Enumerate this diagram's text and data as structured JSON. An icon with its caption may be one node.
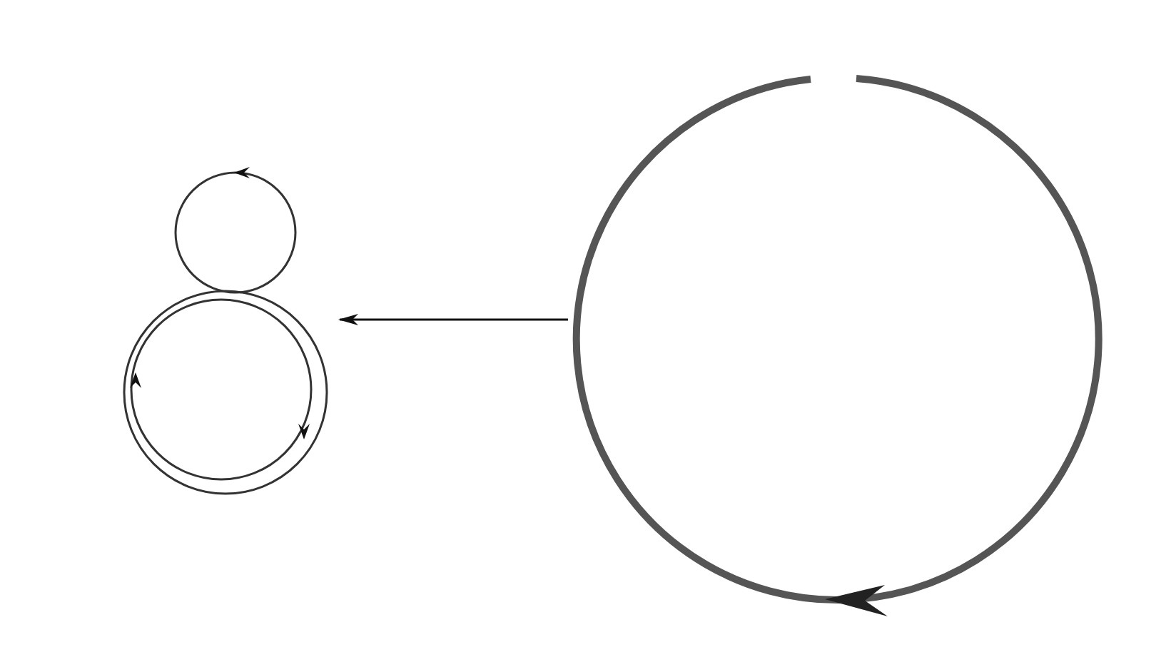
{
  "diagram": {
    "nodes": [
      {
        "text": [],
        "shape": "picture"
      },
      {
        "text": [],
        "shape": "circle"
      }
    ],
    "edges": [
      {
        "from": 1,
        "to": 0,
        "arrow": "to"
      }
    ]
  }
}
